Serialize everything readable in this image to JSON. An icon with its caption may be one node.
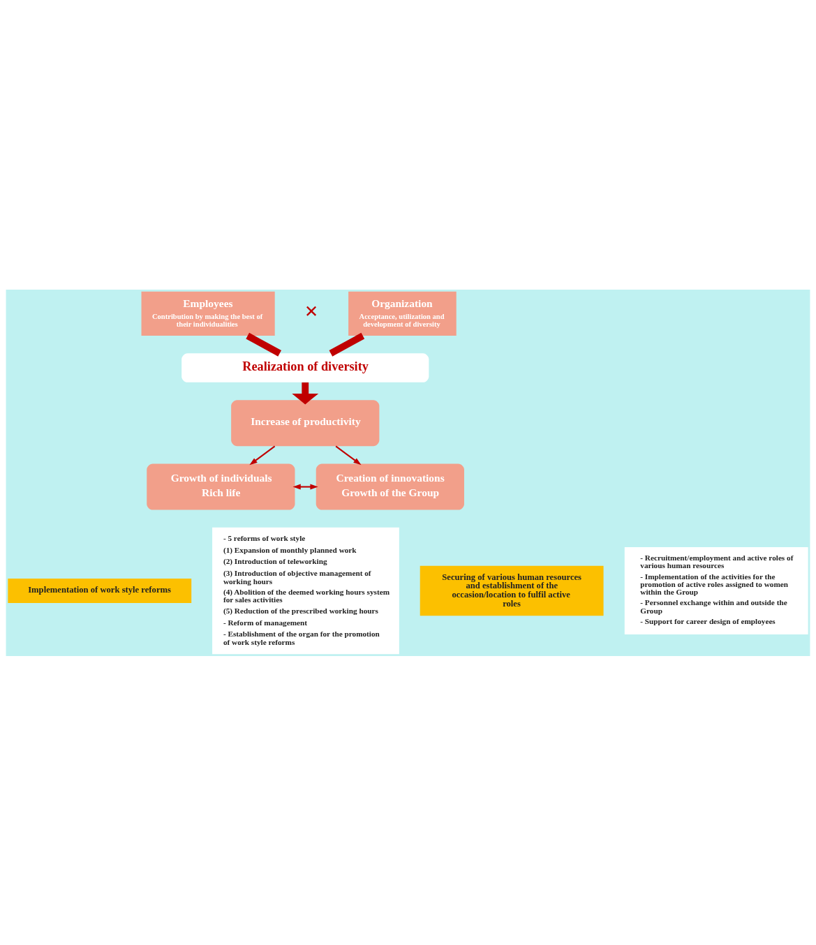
{
  "diagram": {
    "nodes": [
      {
        "text": [
          "Employees",
          "Contribution by making the best of their individualities"
        ]
      },
      {
        "text": [
          "Organization",
          "Acceptance, utilization and development of diversity"
        ]
      },
      {
        "text": [
          "Realization of diversity"
        ]
      },
      {
        "text": [
          "Increase of productivity"
        ]
      },
      {
        "text": [
          "Growth of individuals",
          "Rich life"
        ]
      },
      {
        "text": [
          "Creation of innovations",
          "Growth of the Group"
        ]
      },
      {
        "text": [
          "Implementation of work style reforms"
        ]
      },
      {
        "text": [
          "- 5 reforms of work style",
          "(1) Expansion of monthly planned work",
          "(2) Introduction of teleworking",
          "(3) Introduction of objective management of working hours",
          "(4) Abolition of the deemed working hours system for sales activities",
          "(5) Reduction of the prescribed working hours",
          "- Reform of management",
          "- Establishment of the organ for the promotion of work style reforms"
        ]
      },
      {
        "text": [
          "Securing of various human resources and establishment of the occasion/location to fulfil active roles"
        ]
      },
      {
        "text": [
          "- Recruitment/employment and active roles of various human resources",
          "- Implementation of the activities for the promotion of active roles assigned to women within the Group",
          "- Personnel exchange within and outside the Group",
          "- Support for career design of employees"
        ]
      }
    ],
    "edges": [
      {
        "from": 0,
        "to": 2,
        "arrow": "none",
        "style": "thick"
      },
      {
        "from": 1,
        "to": 2,
        "arrow": "none",
        "style": "thick"
      },
      {
        "from": 2,
        "to": 3,
        "arrow": "to",
        "style": "thick"
      },
      {
        "from": 3,
        "to": 4,
        "arrow": "to"
      },
      {
        "from": 3,
        "to": 5,
        "arrow": "to"
      },
      {
        "from": 4,
        "to": 5,
        "arrow": "both"
      }
    ],
    "labels": [
      "×"
    ]
  }
}
